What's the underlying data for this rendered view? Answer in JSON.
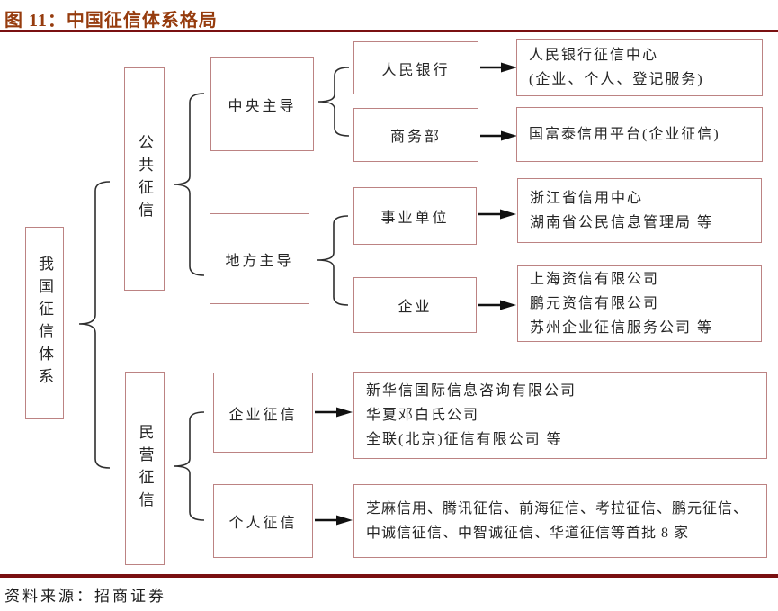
{
  "title": {
    "text": "图 11：中国征信体系格局"
  },
  "source": {
    "text": "资料来源：招商证券"
  },
  "colors": {
    "title_text": "#963c0e",
    "rule": "#7a1011",
    "box_border": "#bc8383",
    "connector": "#2e2e2e"
  },
  "tree": {
    "root": {
      "label": "我国征信体系"
    },
    "branches": [
      {
        "label": "公共征信"
      },
      {
        "label": "民营征信"
      }
    ],
    "groups": [
      {
        "label": "中央主导"
      },
      {
        "label": "地方主导"
      },
      {
        "label": "企业征信"
      },
      {
        "label": "个人征信"
      }
    ],
    "subnodes": [
      {
        "label": "人民银行"
      },
      {
        "label": "商务部"
      },
      {
        "label": "事业单位"
      },
      {
        "label": "企业"
      }
    ],
    "results": [
      {
        "lines": [
          "人民银行征信中心",
          "(企业、个人、登记服务)"
        ]
      },
      {
        "lines": [
          "国富泰信用平台(企业征信)"
        ]
      },
      {
        "lines": [
          "浙江省信用中心",
          "湖南省公民信息管理局 等"
        ]
      },
      {
        "lines": [
          "上海资信有限公司",
          "鹏元资信有限公司",
          "苏州企业征信服务公司 等"
        ]
      },
      {
        "lines": [
          "新华信国际信息咨询有限公司",
          "华夏邓白氏公司",
          "全联(北京)征信有限公司 等"
        ]
      },
      {
        "lines": [
          "芝麻信用、腾讯征信、前海征信、考拉征信、鹏元征信、",
          "中诚信征信、中智诚征信、华道征信等首批 8 家"
        ]
      }
    ]
  }
}
